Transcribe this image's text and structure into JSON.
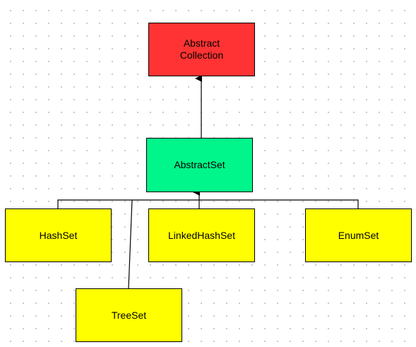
{
  "colors": {
    "root": "#ff3333",
    "middle": "#00f58a",
    "leaf": "#ffff00",
    "line": "#000000"
  },
  "nodes": {
    "abstract_collection": {
      "label": "Abstract\nCollection"
    },
    "abstract_set": {
      "label": "AbstractSet"
    },
    "hash_set": {
      "label": "HashSet"
    },
    "linked_hash_set": {
      "label": "LinkedHashSet"
    },
    "enum_set": {
      "label": "EnumSet"
    },
    "tree_set": {
      "label": "TreeSet"
    }
  }
}
